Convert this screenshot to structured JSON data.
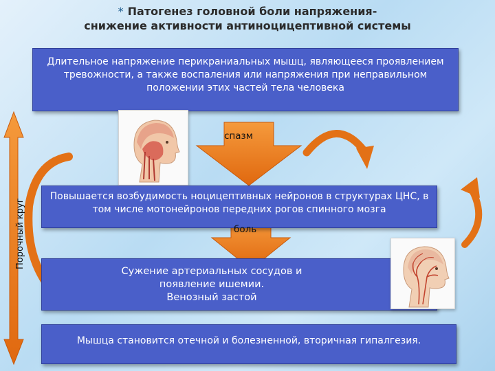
{
  "title": {
    "bullet": "*",
    "line1": "Патогенез головной боли напряжения-",
    "line2": "снижение активности антиноцицептивной системы"
  },
  "boxes": {
    "tension": "Длительное напряжение перикраниальных мышц, являющееся проявлением тревожности, а также воспаления или напряжения при неправильном положении этих частей тела человека",
    "excitability": "Повышается возбудимость ноцицептивных нейронов в структурах ЦНС, в том числе мотонейронов передних рогов спинного мозга",
    "vessels": "Сужение артериальных сосудов и\nпоявление ишемии.\n   Венозный застой",
    "muscle": "Мышца становится отечной и болезненной, вторичная гипалгезия."
  },
  "labels": {
    "spasm": "спазм",
    "pain": "боль",
    "vicious_circle": "Порочный круг"
  },
  "colors": {
    "box_fill": "#4a5fc9",
    "arrow_orange": "#f07f1f",
    "arrow_dark": "#d8650c"
  }
}
